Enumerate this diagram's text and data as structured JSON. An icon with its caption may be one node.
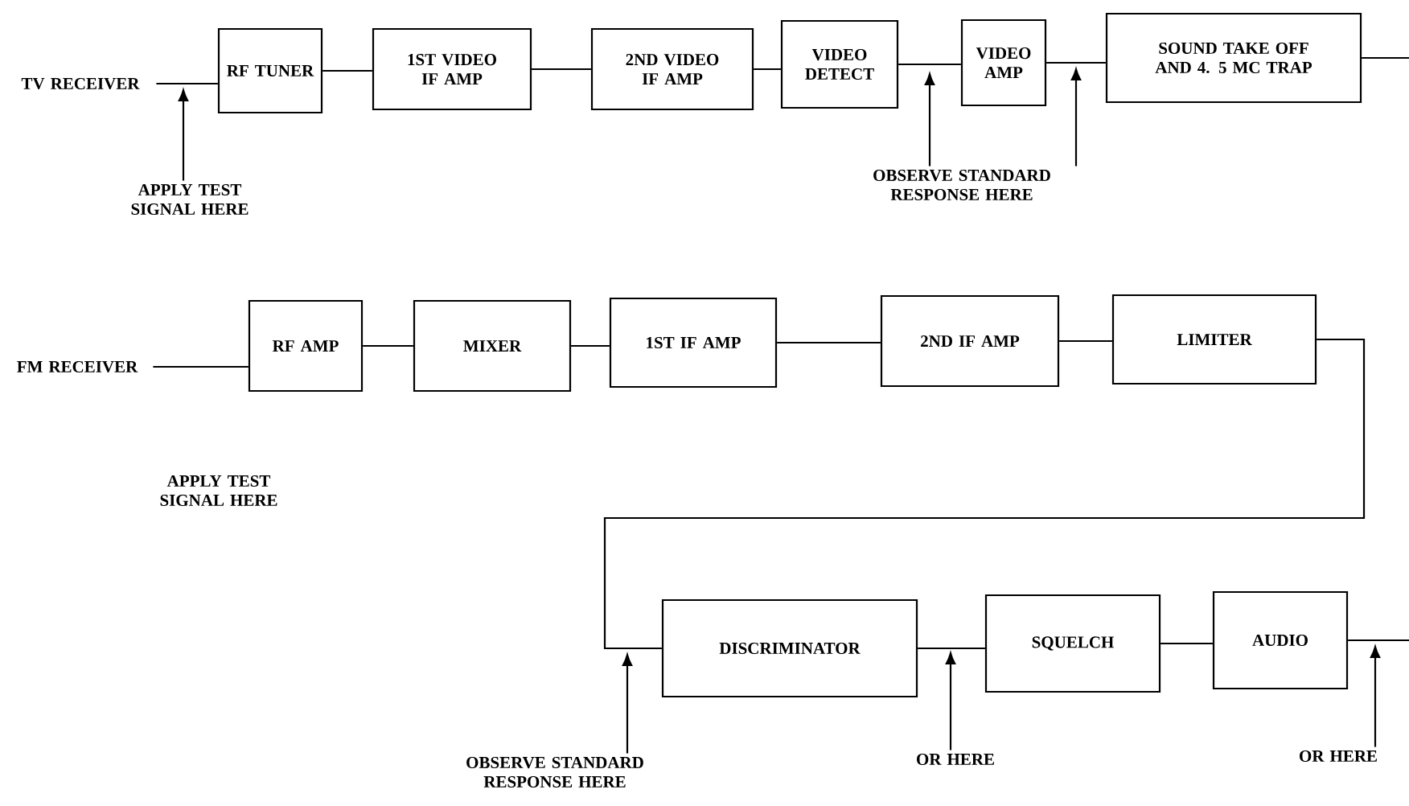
{
  "diagram": {
    "nodes": [
      {
        "text": [
          "TV RECEIVER"
        ]
      },
      {
        "text": [
          "RF TUNER"
        ]
      },
      {
        "text": [
          "1ST VIDEO IF AMP"
        ]
      },
      {
        "text": [
          "2ND VIDEO IF AMP"
        ]
      },
      {
        "text": [
          "VIDEO DETECT"
        ]
      },
      {
        "text": [
          "VIDEO AMP"
        ]
      },
      {
        "text": [
          "SOUND TAKE OFF AND 4. 5 MC TRAP"
        ]
      },
      {
        "text": [
          "APPLY TEST SIGNAL HERE"
        ]
      },
      {
        "text": [
          "OBSERVE STANDARD RESPONSE HERE"
        ]
      },
      {
        "text": [
          "FM RECEIVER"
        ]
      },
      {
        "text": [
          "RF AMP"
        ]
      },
      {
        "text": [
          "MIXER"
        ]
      },
      {
        "text": [
          "1ST IF AMP"
        ]
      },
      {
        "text": [
          "2ND IF AMP"
        ]
      },
      {
        "text": [
          "LIMITER"
        ]
      },
      {
        "text": [
          "DISCRIMINATOR"
        ]
      },
      {
        "text": [
          "SQUELCH"
        ]
      },
      {
        "text": [
          "AUDIO"
        ]
      },
      {
        "text": [
          "OBSERVE STANDARD RESPONSE HERE"
        ]
      },
      {
        "text": [
          "OR HERE"
        ]
      },
      {
        "text": [
          "OR HERE"
        ]
      }
    ],
    "edges": [
      {
        "from": 0,
        "to": 1,
        "arrow": "none"
      },
      {
        "from": 7,
        "to": null,
        "arrow": "to"
      },
      {
        "from": 1,
        "to": 2,
        "arrow": "none"
      },
      {
        "from": 2,
        "to": 3,
        "arrow": "none"
      },
      {
        "from": 3,
        "to": 4,
        "arrow": "none"
      },
      {
        "from": 4,
        "to": 5,
        "arrow": "none"
      },
      {
        "from": 5,
        "to": 6,
        "arrow": "none"
      },
      {
        "from": 8,
        "to": null,
        "arrow": "to"
      },
      {
        "from": 8,
        "to": null,
        "arrow": "to"
      },
      {
        "from": 6,
        "to": null,
        "arrow": "none"
      },
      {
        "from": 9,
        "to": 10,
        "arrow": "none"
      },
      {
        "from": 10,
        "to": 11,
        "arrow": "none"
      },
      {
        "from": 11,
        "to": 12,
        "arrow": "none"
      },
      {
        "from": 12,
        "to": 13,
        "arrow": "none"
      },
      {
        "from": 13,
        "to": 14,
        "arrow": "none"
      },
      {
        "from": 14,
        "to": 15,
        "arrow": "none"
      },
      {
        "from": 15,
        "to": 16,
        "arrow": "none"
      },
      {
        "from": 16,
        "to": 17,
        "arrow": "none"
      },
      {
        "from": 17,
        "to": null,
        "arrow": "none"
      },
      {
        "from": 18,
        "to": null,
        "arrow": "to"
      },
      {
        "from": 19,
        "to": null,
        "arrow": "to"
      },
      {
        "from": 20,
        "to": null,
        "arrow": "to"
      }
    ],
    "labels": [
      "APPLY TEST SIGNAL HERE"
    ]
  }
}
